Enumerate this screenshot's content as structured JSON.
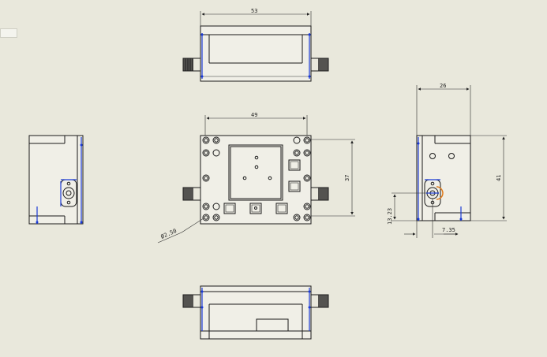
{
  "side_tab": {
    "label": ""
  },
  "dimensions": {
    "top_width": "53",
    "front_width": "49",
    "front_height": "37",
    "hole_diameter": "Ø2.50",
    "right_width": "26",
    "right_height": "41",
    "connector_height": "13.23",
    "connector_offset": "7.35"
  }
}
